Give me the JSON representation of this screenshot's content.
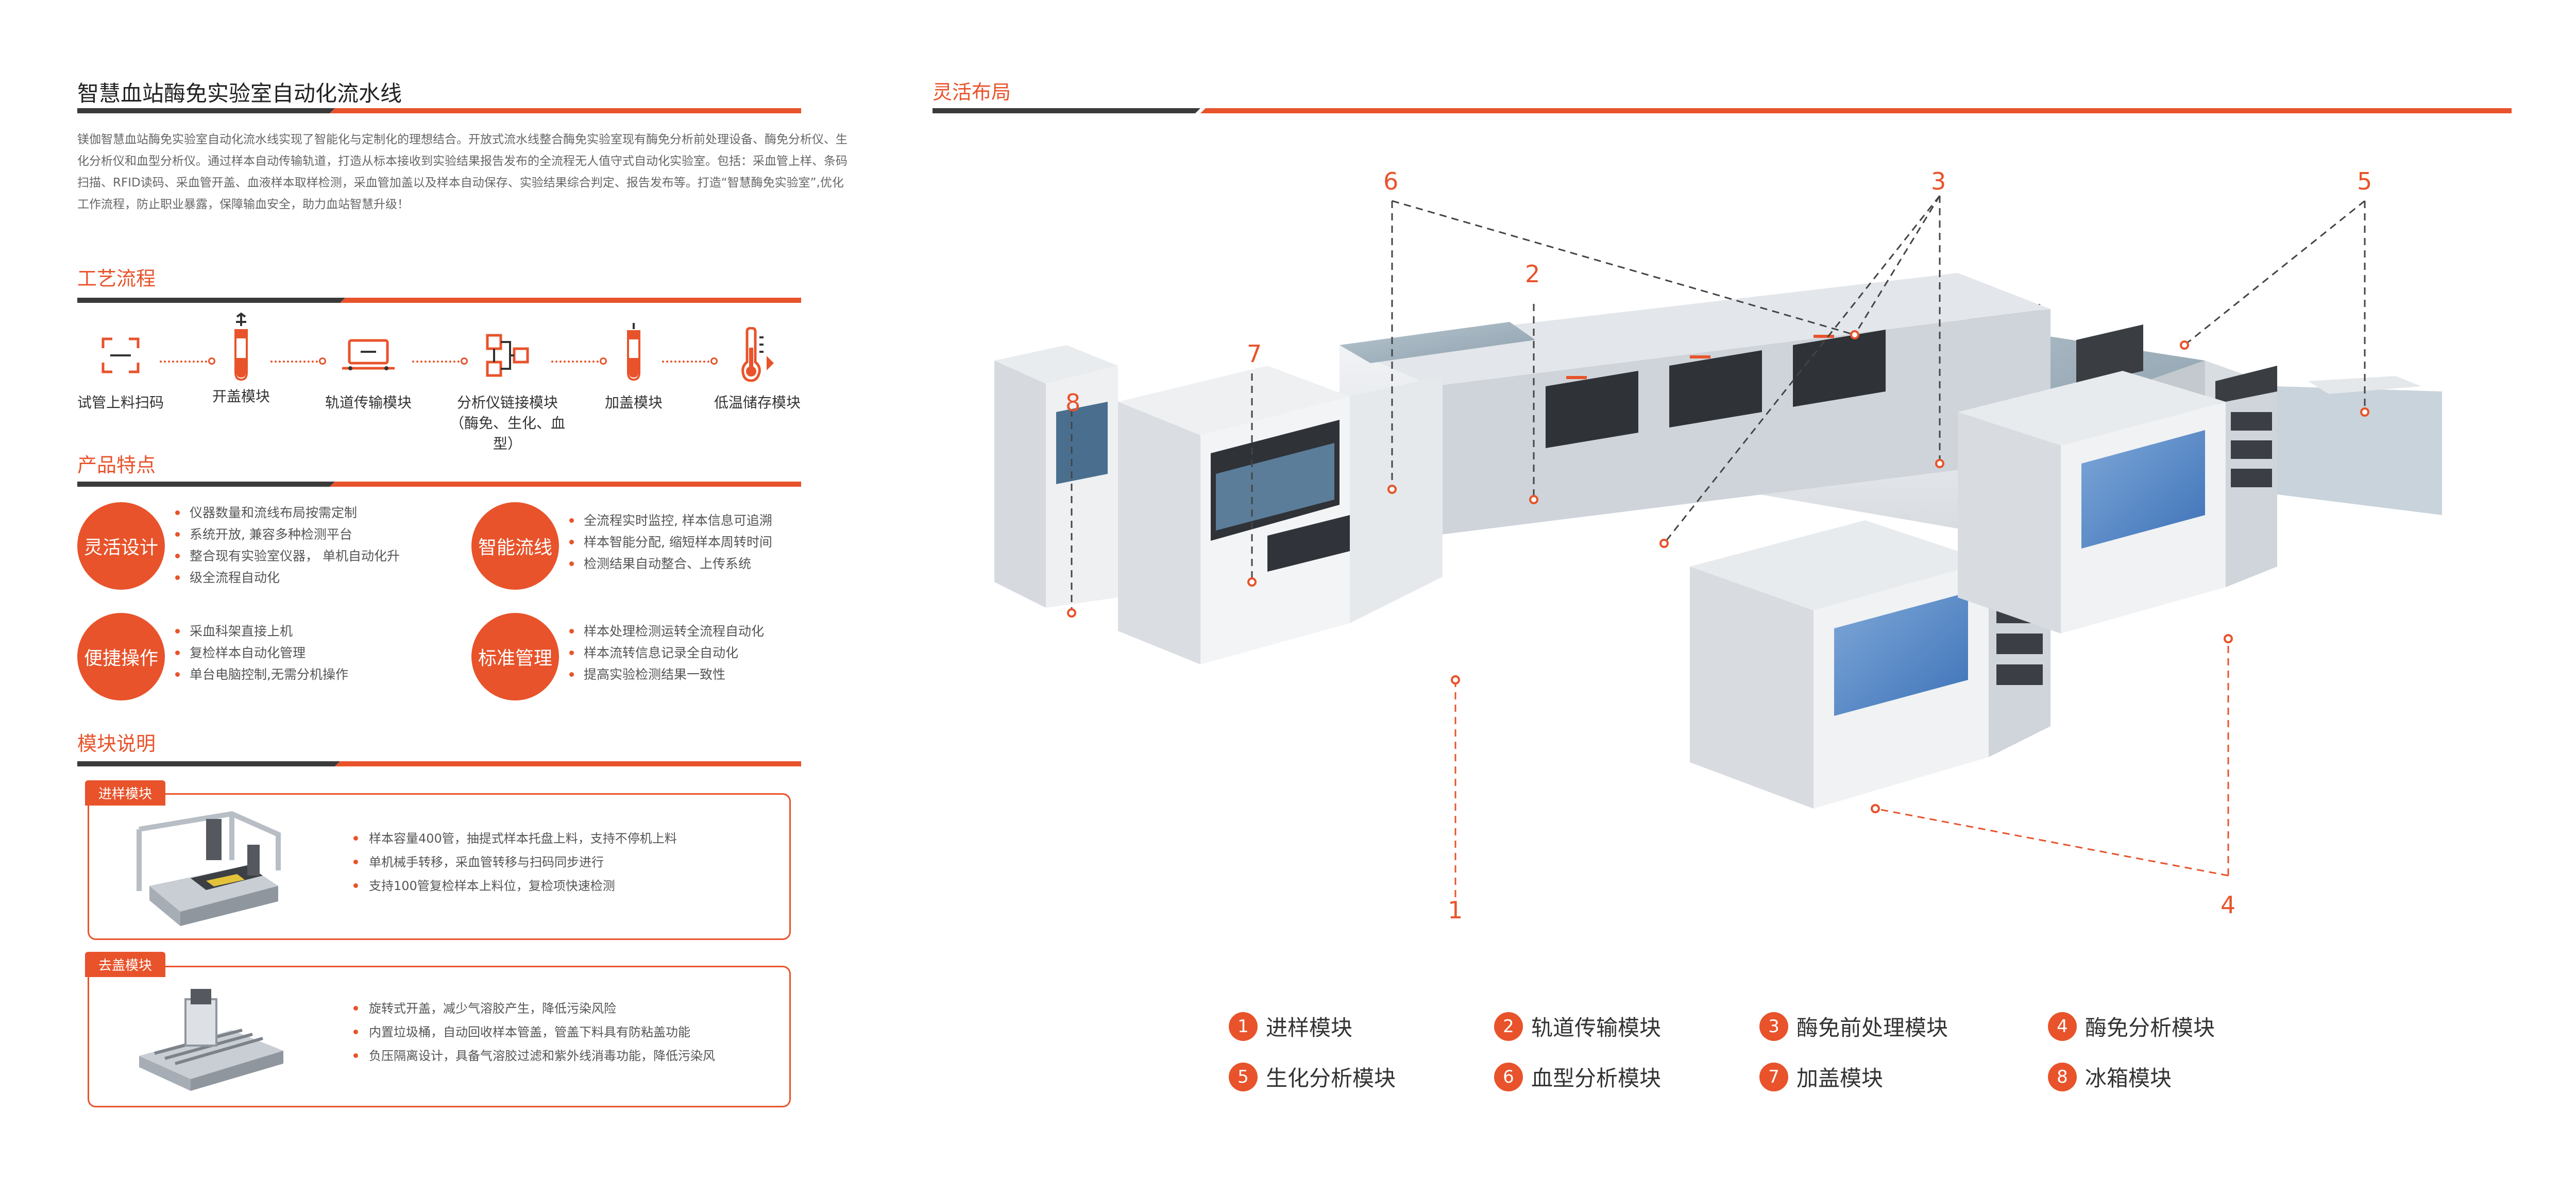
{
  "left": {
    "title": "智慧血站酶免实验室自动化流水线",
    "intro": "镁伽智慧血站酶免实验室自动化流水线实现了智能化与定制化的理想结合。开放式流水线整合酶免实验室现有酶免分析前处理设备、酶免分析仪、生化分析仪和血型分析仪。通过样本自动传输轨道，打造从标本接收到实验结果报告发布的全流程无人值守式自动化实验室。包括：采血管上样、条码扫描、RFID读码、采血管开盖、血液样本取样检测，采血管加盖以及样本自动保存、实验结果综合判定、报告发布等。打造“智慧酶免实验室”,优化工作流程，防止职业暴露，保障输血安全，助力血站智慧升级！",
    "process": {
      "title": "工艺流程",
      "steps": [
        {
          "label": "试管上料扫码",
          "icon": "scan-icon"
        },
        {
          "label": "开盖模块",
          "icon": "tube-uncap-icon"
        },
        {
          "label": "轨道传输模块",
          "icon": "conveyor-icon"
        },
        {
          "label": "分析仪链接模块",
          "sub": "（酶免、生化、血型）",
          "icon": "network-icon"
        },
        {
          "label": "加盖模块",
          "icon": "tube-cap-icon"
        },
        {
          "label": "低温储存模块",
          "icon": "thermometer-icon"
        }
      ]
    },
    "features": {
      "title": "产品特点",
      "items": [
        {
          "name": "灵活设计",
          "points": [
            "仪器数量和流线布局按需定制",
            "系统开放, 兼容多种检测平台",
            "整合现有实验室仪器， 单机自动化升",
            "级全流程自动化"
          ]
        },
        {
          "name": "智能流线",
          "points": [
            "全流程实时监控, 样本信息可追溯",
            "样本智能分配, 缩短样本周转时间",
            "检测结果自动整合、上传系统"
          ]
        },
        {
          "name": "便捷操作",
          "points": [
            "采血科架直接上机",
            "复检样本自动化管理",
            "单台电脑控制,无需分机操作"
          ]
        },
        {
          "name": "标准管理",
          "points": [
            "样本处理检测运转全流程自动化",
            "样本流转信息记录全自动化",
            "提高实验检测结果一致性"
          ]
        }
      ]
    },
    "modules": {
      "title": "模块说明",
      "items": [
        {
          "tag": "进样模块",
          "points": [
            "样本容量400管，抽提式样本托盘上料，支持不停机上料",
            "单机械手转移，采血管转移与扫码同步进行",
            "支持100管复检样本上料位，复检项快速检测"
          ]
        },
        {
          "tag": "去盖模块",
          "points": [
            "旋转式开盖，减少气溶胶产生，降低污染风险",
            "内置垃圾桶，自动回收样本管盖，管盖下料具有防粘盖功能",
            "负压隔离设计，具备气溶胶过滤和紫外线消毒功能，降低污染风"
          ]
        }
      ]
    }
  },
  "right": {
    "title": "灵活布局",
    "callouts": [
      "6",
      "2",
      "7",
      "8",
      "3",
      "5",
      "1",
      "4"
    ],
    "legend": [
      {
        "num": "1",
        "label": "进样模块"
      },
      {
        "num": "2",
        "label": "轨道传输模块"
      },
      {
        "num": "3",
        "label": "酶免前处理模块"
      },
      {
        "num": "4",
        "label": "酶免分析模块"
      },
      {
        "num": "5",
        "label": "生化分析模块"
      },
      {
        "num": "6",
        "label": "血型分析模块"
      },
      {
        "num": "7",
        "label": "加盖模块"
      },
      {
        "num": "8",
        "label": "冰箱模块"
      }
    ]
  },
  "colors": {
    "accent": "#e8532b",
    "dark_rule": "#3a3a3a",
    "machine_panel": "#9fb2bf",
    "machine_body": "#e9ecef"
  }
}
